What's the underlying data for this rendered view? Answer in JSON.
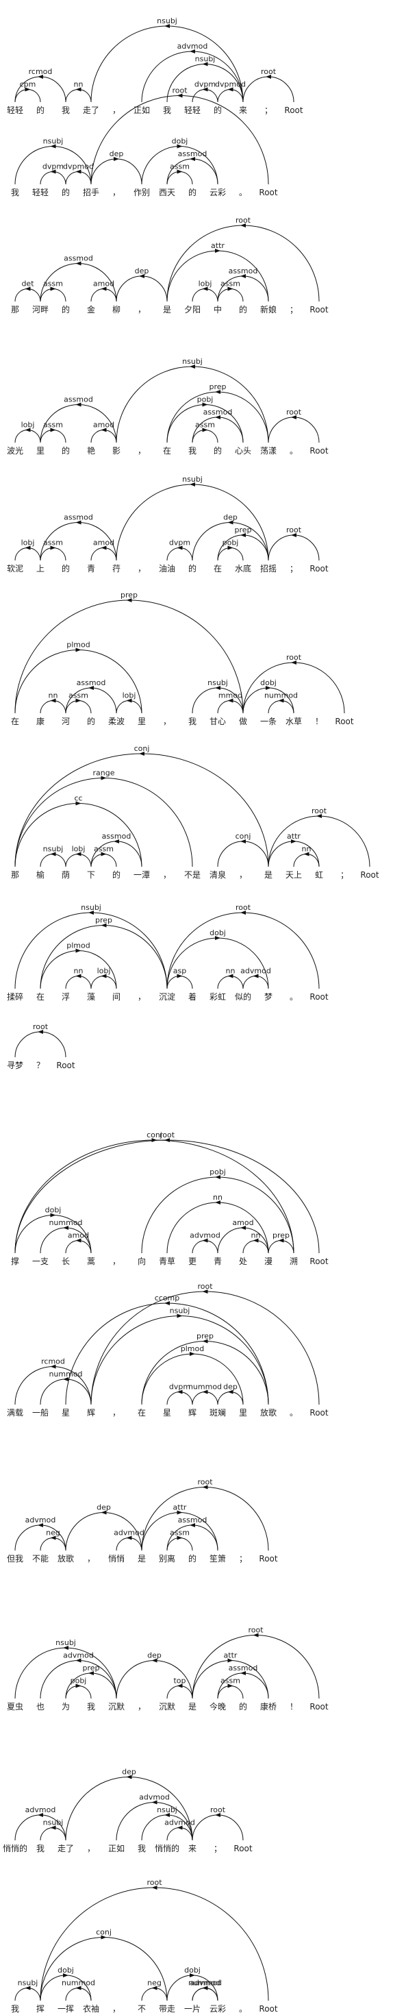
{
  "sentences": [
    {
      "tokens": [
        "轻轻",
        "的",
        "我",
        "走了",
        "，",
        "正如",
        "我",
        "轻轻",
        "的",
        "来",
        "；",
        "Root"
      ],
      "arcs": [
        {
          "h": 11,
          "d": 9,
          "l": "root"
        },
        {
          "h": 9,
          "d": 3,
          "l": "nsubj"
        },
        {
          "h": 9,
          "d": 5,
          "l": "advmod"
        },
        {
          "h": 9,
          "d": 8,
          "l": "dvpmod"
        },
        {
          "h": 9,
          "d": 6,
          "l": "nsubj"
        },
        {
          "h": 8,
          "d": 7,
          "l": "dvpm"
        },
        {
          "h": 2,
          "d": 0,
          "l": "rcmod"
        },
        {
          "h": 0,
          "d": 1,
          "l": "cpm"
        },
        {
          "h": 3,
          "d": 2,
          "l": "nn"
        }
      ]
    },
    {
      "tokens": [
        "我",
        "轻轻",
        "的",
        "招手",
        "，",
        "作别",
        "西天",
        "的",
        "云彩",
        "。",
        "Root"
      ],
      "arcs": [
        {
          "h": 10,
          "d": 3,
          "l": "root"
        },
        {
          "h": 3,
          "d": 0,
          "l": "nsubj"
        },
        {
          "h": 3,
          "d": 2,
          "l": "dvpmod"
        },
        {
          "h": 2,
          "d": 1,
          "l": "dvpm"
        },
        {
          "h": 3,
          "d": 5,
          "l": "dep"
        },
        {
          "h": 5,
          "d": 8,
          "l": "dobj"
        },
        {
          "h": 8,
          "d": 6,
          "l": "assmod"
        },
        {
          "h": 6,
          "d": 7,
          "l": "assm"
        }
      ]
    },
    {
      "tokens": [
        "那",
        "河畔",
        "的",
        "金",
        "柳",
        "，",
        "是",
        "夕阳",
        "中",
        "的",
        "新娘",
        "；",
        "Root"
      ],
      "arcs": [
        {
          "h": 12,
          "d": 6,
          "l": "root"
        },
        {
          "h": 4,
          "d": 1,
          "l": "assmod"
        },
        {
          "h": 1,
          "d": 0,
          "l": "det"
        },
        {
          "h": 1,
          "d": 2,
          "l": "assm"
        },
        {
          "h": 4,
          "d": 3,
          "l": "amod"
        },
        {
          "h": 6,
          "d": 4,
          "l": "dep"
        },
        {
          "h": 6,
          "d": 10,
          "l": "attr"
        },
        {
          "h": 10,
          "d": 8,
          "l": "assmod"
        },
        {
          "h": 8,
          "d": 7,
          "l": "lobj"
        },
        {
          "h": 8,
          "d": 9,
          "l": "assm"
        }
      ]
    },
    {
      "tokens": [
        "波光",
        "里",
        "的",
        "艳",
        "影",
        "，",
        "在",
        "我",
        "的",
        "心头",
        "荡漾",
        "。",
        "Root"
      ],
      "arcs": [
        {
          "h": 12,
          "d": 10,
          "l": "root"
        },
        {
          "h": 10,
          "d": 4,
          "l": "nsubj"
        },
        {
          "h": 4,
          "d": 1,
          "l": "assmod"
        },
        {
          "h": 1,
          "d": 0,
          "l": "lobj"
        },
        {
          "h": 1,
          "d": 2,
          "l": "assm"
        },
        {
          "h": 4,
          "d": 3,
          "l": "amod"
        },
        {
          "h": 10,
          "d": 6,
          "l": "prep"
        },
        {
          "h": 6,
          "d": 9,
          "l": "pobj"
        },
        {
          "h": 9,
          "d": 7,
          "l": "assmod"
        },
        {
          "h": 7,
          "d": 8,
          "l": "assm"
        }
      ]
    },
    {
      "tokens": [
        "软泥",
        "上",
        "的",
        "青",
        "荇",
        "，",
        "油油",
        "的",
        "在",
        "水底",
        "招摇",
        "；",
        "Root"
      ],
      "arcs": [
        {
          "h": 12,
          "d": 10,
          "l": "root"
        },
        {
          "h": 10,
          "d": 4,
          "l": "nsubj"
        },
        {
          "h": 4,
          "d": 1,
          "l": "assmod"
        },
        {
          "h": 1,
          "d": 0,
          "l": "lobj"
        },
        {
          "h": 1,
          "d": 2,
          "l": "assm"
        },
        {
          "h": 4,
          "d": 3,
          "l": "amod"
        },
        {
          "h": 10,
          "d": 7,
          "l": "dep"
        },
        {
          "h": 7,
          "d": 6,
          "l": "dvpm"
        },
        {
          "h": 10,
          "d": 8,
          "l": "prep"
        },
        {
          "h": 8,
          "d": 9,
          "l": "pobj"
        }
      ]
    },
    {
      "tokens": [
        "在",
        "康",
        "河",
        "的",
        "柔波",
        "里",
        "，",
        "我",
        "甘心",
        "做",
        "一条",
        "水草",
        "！",
        "Root"
      ],
      "arcs": [
        {
          "h": 13,
          "d": 9,
          "l": "root"
        },
        {
          "h": 9,
          "d": 0,
          "l": "prep"
        },
        {
          "h": 0,
          "d": 5,
          "l": "plmod"
        },
        {
          "h": 5,
          "d": 4,
          "l": "lobj"
        },
        {
          "h": 4,
          "d": 2,
          "l": "assmod"
        },
        {
          "h": 2,
          "d": 1,
          "l": "nn"
        },
        {
          "h": 2,
          "d": 3,
          "l": "assm"
        },
        {
          "h": 9,
          "d": 7,
          "l": "nsubj"
        },
        {
          "h": 9,
          "d": 8,
          "l": "mmod"
        },
        {
          "h": 9,
          "d": 11,
          "l": "dobj"
        },
        {
          "h": 11,
          "d": 10,
          "l": "nummod"
        }
      ]
    },
    {
      "tokens": [
        "那",
        "榆",
        "荫",
        "下",
        "的",
        "一潭",
        "，",
        "不是",
        "清泉",
        "，",
        "是",
        "天上",
        "虹",
        "；",
        "Root"
      ],
      "arcs": [
        {
          "h": 14,
          "d": 10,
          "l": "root"
        },
        {
          "h": 10,
          "d": 0,
          "l": "conj"
        },
        {
          "h": 0,
          "d": 5,
          "l": "cc"
        },
        {
          "h": 0,
          "d": 7,
          "l": "range"
        },
        {
          "h": 5,
          "d": 3,
          "l": "assmod"
        },
        {
          "h": 3,
          "d": 2,
          "l": "lobj"
        },
        {
          "h": 3,
          "d": 4,
          "l": "assm"
        },
        {
          "h": 2,
          "d": 1,
          "l": "nsubj"
        },
        {
          "h": 10,
          "d": 8,
          "l": "conj"
        },
        {
          "h": 10,
          "d": 12,
          "l": "attr"
        },
        {
          "h": 12,
          "d": 11,
          "l": "nn"
        }
      ]
    },
    {
      "tokens": [
        "揉碎",
        "在",
        "浮",
        "藻",
        "间",
        "，",
        "沉淀",
        "着",
        "彩虹",
        "似的",
        "梦",
        "。",
        "Root"
      ],
      "arcs": [
        {
          "h": 12,
          "d": 6,
          "l": "root"
        },
        {
          "h": 6,
          "d": 0,
          "l": "nsubj"
        },
        {
          "h": 6,
          "d": 1,
          "l": "prep"
        },
        {
          "h": 1,
          "d": 4,
          "l": "plmod"
        },
        {
          "h": 4,
          "d": 3,
          "l": "lobj"
        },
        {
          "h": 3,
          "d": 2,
          "l": "nn"
        },
        {
          "h": 6,
          "d": 7,
          "l": "asp"
        },
        {
          "h": 6,
          "d": 10,
          "l": "dobj"
        },
        {
          "h": 10,
          "d": 9,
          "l": "advmod"
        },
        {
          "h": 9,
          "d": 8,
          "l": "nn"
        }
      ]
    },
    {
      "tokens": [
        "寻梦",
        "？",
        "Root"
      ],
      "arcs": [
        {
          "h": 2,
          "d": 0,
          "l": "root"
        }
      ]
    },
    {
      "tokens": [
        "撑",
        "一支",
        "长",
        "蒿",
        "，",
        "向",
        "青草",
        "更",
        "青",
        "处",
        "漫",
        "溯",
        "Root"
      ],
      "arcs": [
        {
          "h": 12,
          "d": 0,
          "l": "root"
        },
        {
          "h": 0,
          "d": 11,
          "l": "conj"
        },
        {
          "h": 0,
          "d": 3,
          "l": "dobj"
        },
        {
          "h": 3,
          "d": 1,
          "l": "nummod"
        },
        {
          "h": 3,
          "d": 2,
          "l": "amod"
        },
        {
          "h": 11,
          "d": 5,
          "l": "pobj"
        },
        {
          "h": 11,
          "d": 10,
          "l": "prep"
        },
        {
          "h": 10,
          "d": 6,
          "l": "nn"
        },
        {
          "h": 10,
          "d": 8,
          "l": "amod"
        },
        {
          "h": 8,
          "d": 7,
          "l": "advmod"
        },
        {
          "h": 10,
          "d": 9,
          "l": "nn"
        }
      ]
    },
    {
      "tokens": [
        "满载",
        "一船",
        "星",
        "辉",
        "，",
        "在",
        "星",
        "辉",
        "斑斓",
        "里",
        "放歌",
        "。",
        "Root"
      ],
      "arcs": [
        {
          "h": 12,
          "d": 3,
          "l": "root"
        },
        {
          "h": 3,
          "d": 10,
          "l": "nsubj"
        },
        {
          "h": 3,
          "d": 0,
          "l": "rcmod"
        },
        {
          "h": 3,
          "d": 1,
          "l": "nummod"
        },
        {
          "h": 10,
          "d": 2,
          "l": "ccomp"
        },
        {
          "h": 10,
          "d": 5,
          "l": "prep"
        },
        {
          "h": 5,
          "d": 9,
          "l": "plmod"
        },
        {
          "h": 9,
          "d": 8,
          "l": "dep"
        },
        {
          "h": 8,
          "d": 7,
          "l": "nummod"
        },
        {
          "h": 7,
          "d": 6,
          "l": "dvpm"
        }
      ]
    },
    {
      "tokens": [
        "但我",
        "不能",
        "放歌",
        "，",
        "悄悄",
        "是",
        "别离",
        "的",
        "笙箫",
        "；",
        "Root"
      ],
      "arcs": [
        {
          "h": 10,
          "d": 5,
          "l": "root"
        },
        {
          "h": 2,
          "d": 0,
          "l": "advmod"
        },
        {
          "h": 2,
          "d": 1,
          "l": "neg"
        },
        {
          "h": 5,
          "d": 2,
          "l": "dep"
        },
        {
          "h": 5,
          "d": 4,
          "l": "advmod"
        },
        {
          "h": 5,
          "d": 8,
          "l": "attr"
        },
        {
          "h": 8,
          "d": 6,
          "l": "assmod"
        },
        {
          "h": 6,
          "d": 7,
          "l": "assm"
        }
      ]
    },
    {
      "tokens": [
        "夏虫",
        "也",
        "为",
        "我",
        "沉默",
        "，",
        "沉默",
        "是",
        "今晚",
        "的",
        "康桥",
        "！",
        "Root"
      ],
      "arcs": [
        {
          "h": 12,
          "d": 7,
          "l": "root"
        },
        {
          "h": 4,
          "d": 0,
          "l": "nsubj"
        },
        {
          "h": 4,
          "d": 1,
          "l": "advmod"
        },
        {
          "h": 4,
          "d": 2,
          "l": "prep"
        },
        {
          "h": 2,
          "d": 3,
          "l": "pobj"
        },
        {
          "h": 7,
          "d": 4,
          "l": "dep"
        },
        {
          "h": 7,
          "d": 6,
          "l": "top"
        },
        {
          "h": 7,
          "d": 10,
          "l": "attr"
        },
        {
          "h": 10,
          "d": 8,
          "l": "assmod"
        },
        {
          "h": 8,
          "d": 9,
          "l": "assm"
        }
      ]
    },
    {
      "tokens": [
        "悄悄的",
        "我",
        "走了",
        "，",
        "正如",
        "我",
        "悄悄的",
        "来",
        "；",
        "Root"
      ],
      "arcs": [
        {
          "h": 9,
          "d": 7,
          "l": "root"
        },
        {
          "h": 7,
          "d": 2,
          "l": "dep"
        },
        {
          "h": 2,
          "d": 0,
          "l": "advmod"
        },
        {
          "h": 2,
          "d": 1,
          "l": "nsubj"
        },
        {
          "h": 7,
          "d": 4,
          "l": "advmod"
        },
        {
          "h": 7,
          "d": 5,
          "l": "nsubj"
        },
        {
          "h": 7,
          "d": 6,
          "l": "advmod"
        }
      ]
    },
    {
      "tokens": [
        "我",
        "挥",
        "一挥",
        "衣袖",
        "，",
        "不",
        "带走",
        "一片",
        "云彩",
        "。",
        "Root"
      ],
      "arcs": [
        {
          "h": 10,
          "d": 1,
          "l": "root"
        },
        {
          "h": 1,
          "d": 6,
          "l": "conj"
        },
        {
          "h": 1,
          "d": 0,
          "l": "nsubj"
        },
        {
          "h": 1,
          "d": 3,
          "l": "dobj"
        },
        {
          "h": 3,
          "d": 2,
          "l": "nummod"
        },
        {
          "h": 6,
          "d": 5,
          "l": "neg"
        },
        {
          "h": 6,
          "d": 8,
          "l": "dobj"
        },
        {
          "h": 8,
          "d": 7,
          "l": "nummod"
        },
        {
          "h": 8,
          "d": 7,
          "l": "advmod"
        }
      ]
    }
  ]
}
